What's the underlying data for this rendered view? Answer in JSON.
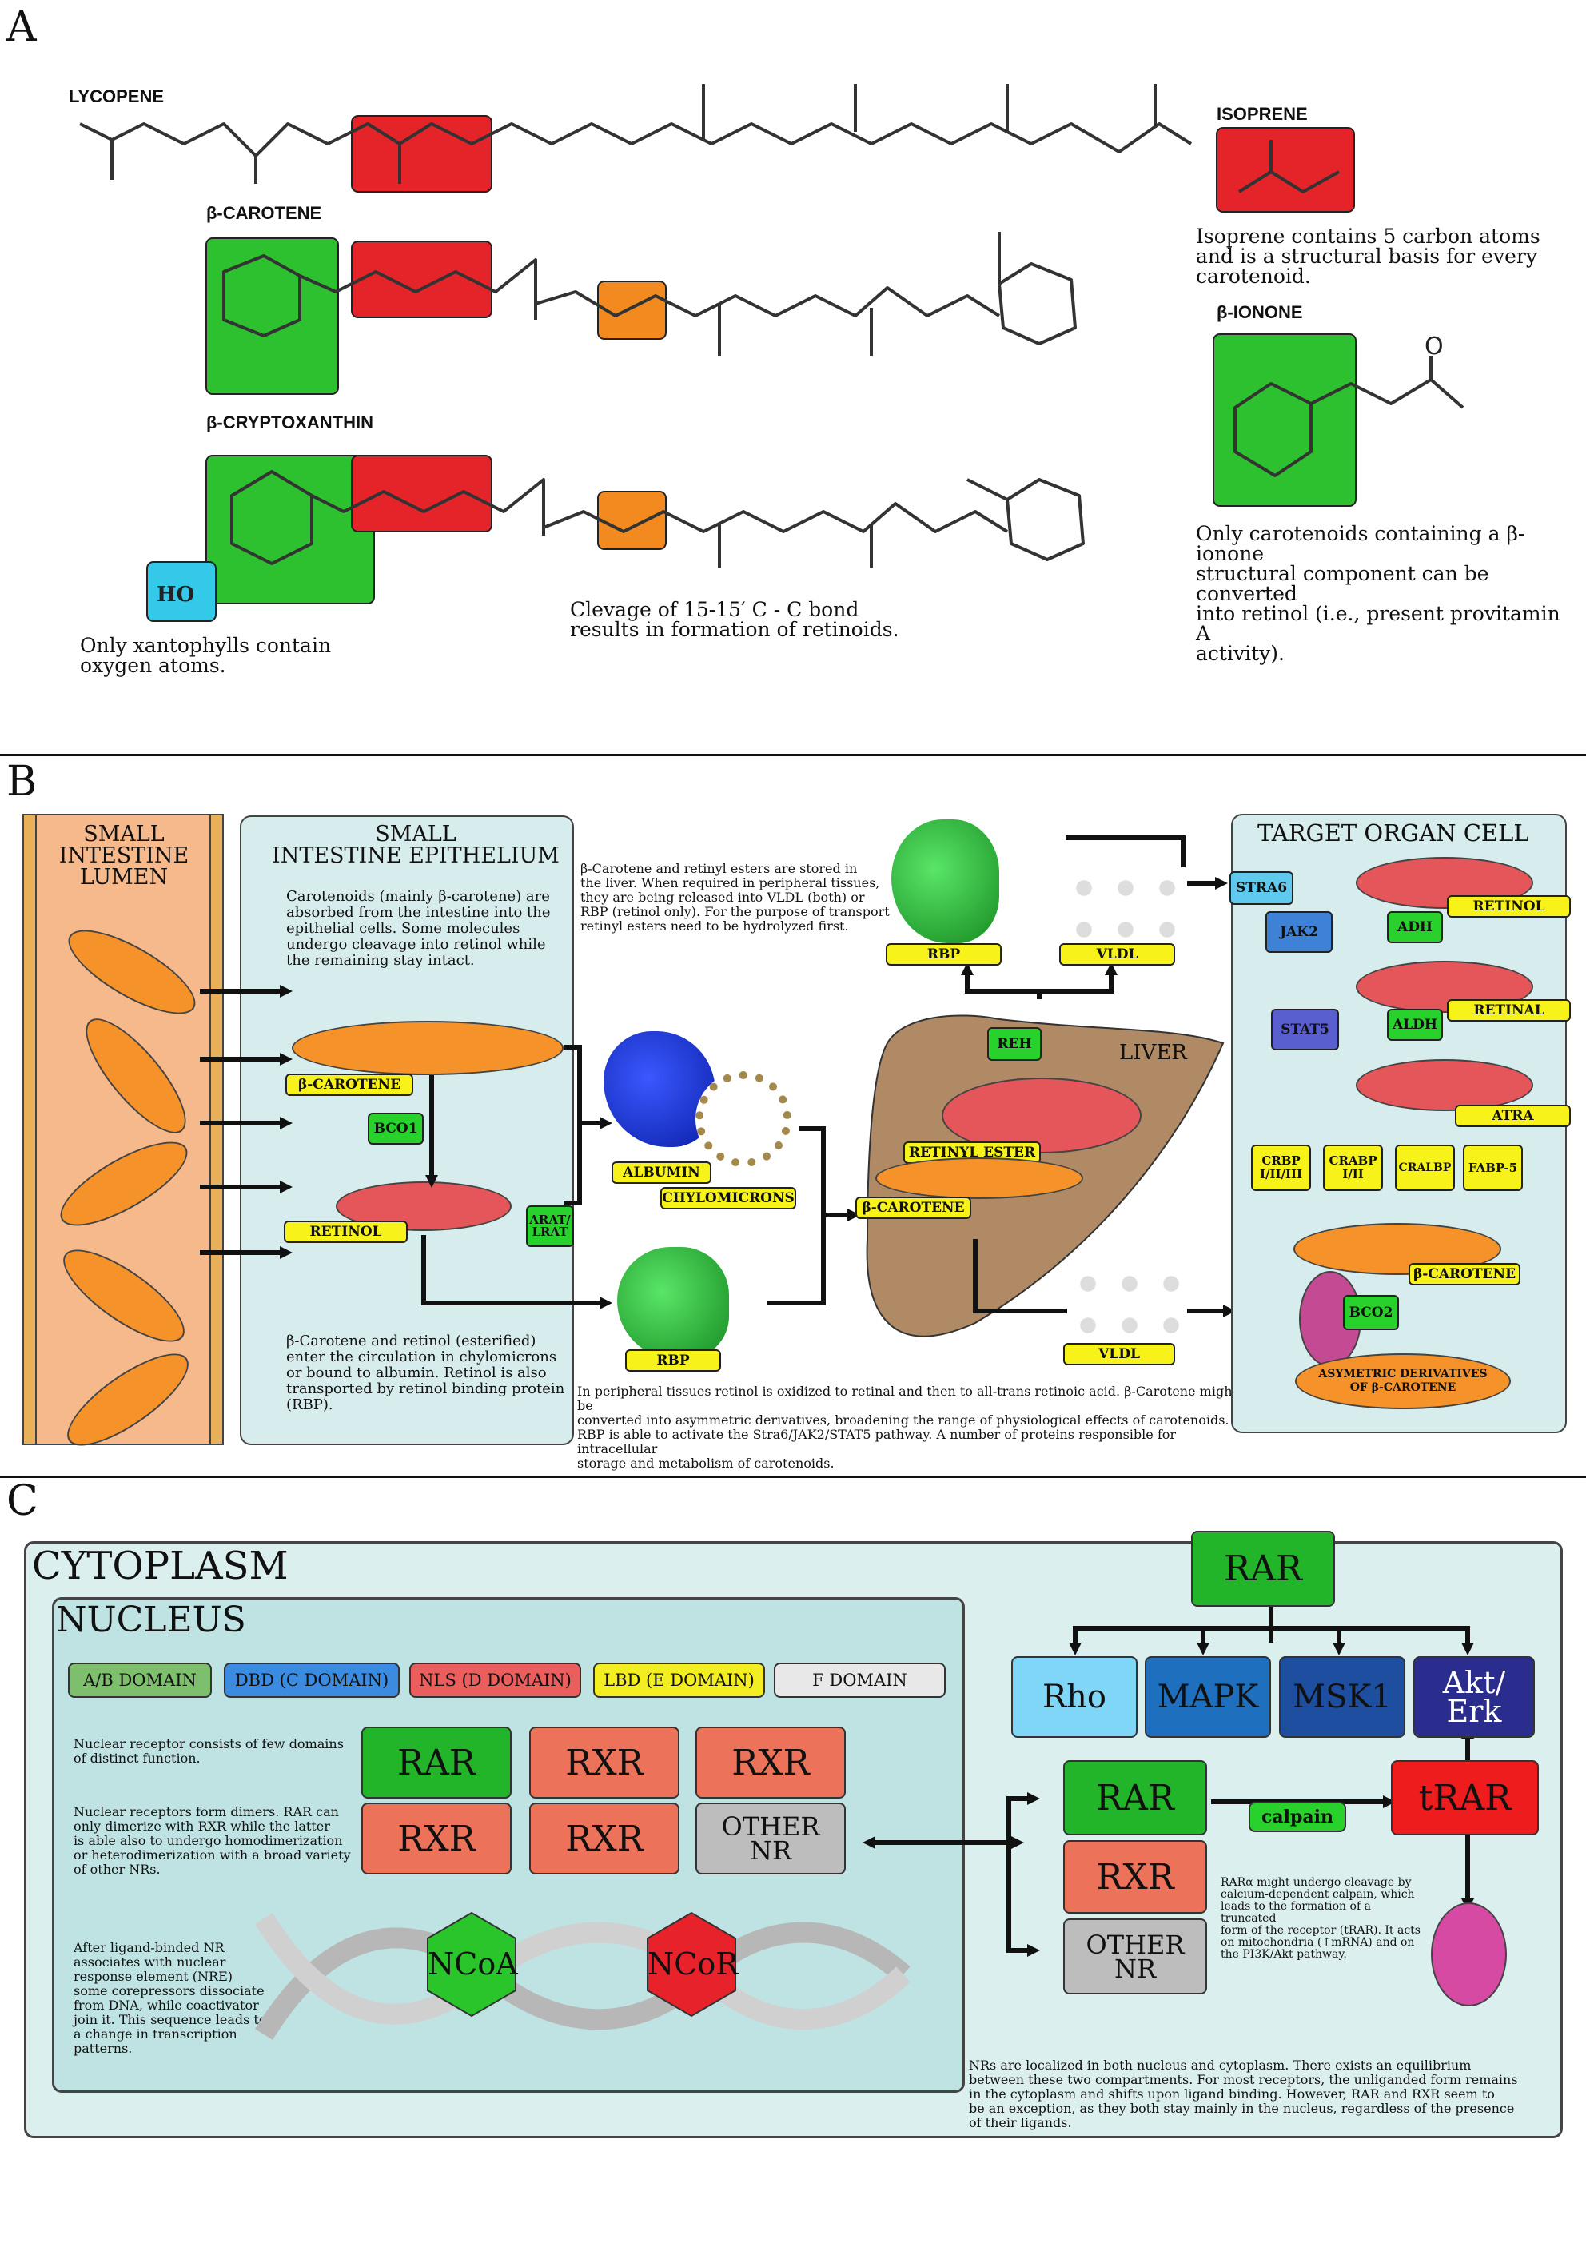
{
  "panels": {
    "a": "A",
    "b": "B",
    "c": "C"
  },
  "panel_a": {
    "lycopene": "LYCOPENE",
    "beta_carotene": "β-CAROTENE",
    "beta_cryptoxanthin": "β-CRYPTOXANTHIN",
    "isoprene": "ISOPRENE",
    "isoprene_note": [
      "Isoprene contains 5 carbon atoms",
      "and is a structural basis for every",
      "carotenoid."
    ],
    "beta_ionone": "β-IONONE",
    "ionone_o": "O",
    "ionone_note": [
      "Only carotenoids containing a β-ionone",
      "structural component can be converted",
      "into retinol (i.e., present provitamin A",
      "activity)."
    ],
    "ho": "HO",
    "xanto_note": [
      "Only xantophylls contain",
      "oxygen atoms."
    ],
    "cleavage_note": [
      "Clevage of 15-15′ C - C bond",
      "results in formation of retinoids."
    ]
  },
  "panel_b": {
    "lumen_title": [
      "SMALL",
      "INTESTINE",
      "LUMEN"
    ],
    "epithelium_title": [
      "SMALL",
      "INTESTINE EPITHELIUM"
    ],
    "epithelium_note": [
      "Carotenoids (mainly β-carotene) are",
      "absorbed from the intestine into the",
      "epithelial cells. Some molecules",
      "undergo cleavage into retinol while",
      "the remaining stay intact."
    ],
    "circulation_note": [
      "β-Carotene and retinol (esterified)",
      "enter the circulation in chylomicrons",
      "or bound to albumin. Retinol is also",
      "transported by retinol binding protein",
      "(RBP)."
    ],
    "liver_note": [
      "β-Carotene and retinyl esters are stored in",
      "the liver. When required in peripheral tissues,",
      "they are being released into VLDL (both) or",
      "RBP (retinol only). For the purpose of transport",
      "retinyl esters need to be hydrolyzed first."
    ],
    "peripheral_note": [
      "In peripheral tissues retinol is oxidized to retinal and then to all-trans retinoic acid. β-Carotene might be",
      "converted into asymmetric derivatives, broadening the range of physiological effects of carotenoids.",
      "RBP is able to activate the Stra6/JAK2/STAT5 pathway. A number of proteins responsible for intracellular",
      "storage and metabolism of carotenoids."
    ],
    "tags": {
      "beta_carotene": "β-CAROTENE",
      "bco1": "BCO1",
      "retinol": "RETINOL",
      "arat": "ARAT/\nLRAT",
      "albumin": "ALBUMIN",
      "chylomicrons": "CHYLOMICRONS",
      "rbp": "RBP",
      "rbp_top": "RBP",
      "vldl_top": "VLDL",
      "reh": "REH",
      "liver": "LIVER",
      "retinyl_ester": "RETINYL ESTER",
      "liver_bcarotene": "β-CAROTENE",
      "vldl_bottom": "VLDL"
    },
    "target": {
      "title": "TARGET ORGAN CELL",
      "stra6": "STRA6",
      "jak2": "JAK2",
      "stat5": "STAT5",
      "adh": "ADH",
      "retinol": "RETINOL",
      "aldh": "ALDH",
      "retinal": "RETINAL",
      "atra": "ATRA",
      "crbp": "CRBP\nI/II/III",
      "crabp": "CRABP\nI/II",
      "cralbp": "CRALBP",
      "fabp5": "FABP-5",
      "beta_carotene": "β-CAROTENE",
      "bco2": "BCO2",
      "asym": "ASYMETRIC DERIVATIVES\nOF β-CAROTENE"
    }
  },
  "panel_c": {
    "cytoplasm": "CYTOPLASM",
    "nucleus": "NUCLEUS",
    "domains": [
      "A/B DOMAIN",
      "DBD (C DOMAIN)",
      "NLS (D DOMAIN)",
      "LBD (E DOMAIN)",
      "F DOMAIN"
    ],
    "note1": [
      "Nuclear receptor consists of few domains",
      "of distinct function."
    ],
    "note2": [
      "Nuclear receptors form dimers. RAR can",
      "only dimerize with RXR while the latter",
      "is able also to undergo homodimerization",
      "or heterodimerization with a broad variety",
      "of other NRs."
    ],
    "note3": [
      "After ligand-binded NR",
      "associates with nuclear",
      "response element (NRE)",
      "some corepressors dissociate",
      "from DNA, while coactivator",
      "join it. This sequence leads to",
      "a change in transcription",
      "patterns."
    ],
    "dimers": {
      "rar": "RAR",
      "rxr1": "RXR",
      "rxr2": "RXR",
      "rxr3": "RXR",
      "rxr4": "RXR",
      "other": "OTHER\nNR"
    },
    "ncoa": "NCoA",
    "ncor": "NCoR",
    "rar_top": "RAR",
    "targets": {
      "rho": "Rho",
      "mapk": "MAPK",
      "msk1": "MSK1",
      "akt": "Akt/\nErk"
    },
    "stack": {
      "rar": "RAR",
      "rxr": "RXR",
      "other": "OTHER\nNR"
    },
    "calpain": "calpain",
    "trar": "tRAR",
    "trar_note": [
      "RARα might undergo cleavage by",
      "calcium-dependent calpain, which",
      "leads to the formation of a truncated",
      "form of the receptor (tRAR). It acts",
      "on mitochondria (↑mRNA) and on",
      "the PI3K/Akt pathway."
    ],
    "bottom_note": [
      "NRs are localized in both nucleus and cytoplasm. There exists an equilibrium",
      "between these two compartments. For most receptors, the unliganded form remains",
      "in the cytoplasm and shifts upon ligand binding. However, RAR and RXR seem to",
      "be an exception, as they both stay mainly in the nucleus, regardless of the presence",
      "of their ligands."
    ]
  }
}
